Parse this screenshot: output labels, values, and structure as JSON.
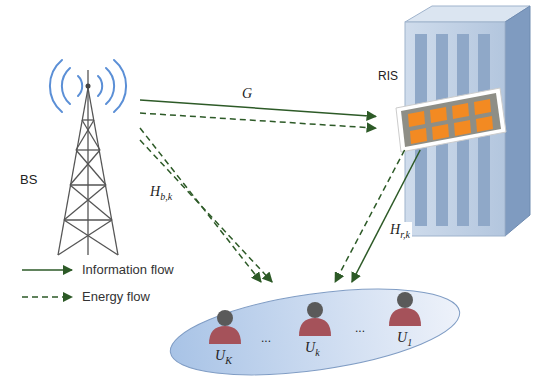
{
  "diagram": {
    "nodes": [
      {
        "text": [
          "BS"
        ]
      },
      {
        "text": [
          "RIS"
        ]
      },
      {
        "text": [
          "UK",
          "...",
          "Uk",
          "...",
          "U1"
        ]
      }
    ],
    "edges": [
      {
        "from": 0,
        "to": 1,
        "arrow": "to",
        "label": "G"
      },
      {
        "from": 0,
        "to": 1,
        "arrow": "to"
      },
      {
        "from": 0,
        "to": 2,
        "arrow": "to",
        "label": "Hb,k"
      },
      {
        "from": 0,
        "to": 2,
        "arrow": "to"
      },
      {
        "from": 1,
        "to": 2,
        "arrow": "to"
      },
      {
        "from": 1,
        "to": 2,
        "arrow": "to",
        "label": "Hr,k"
      }
    ],
    "legend": [
      {
        "text": "Information flow"
      },
      {
        "text": "Energy flow"
      }
    ]
  }
}
